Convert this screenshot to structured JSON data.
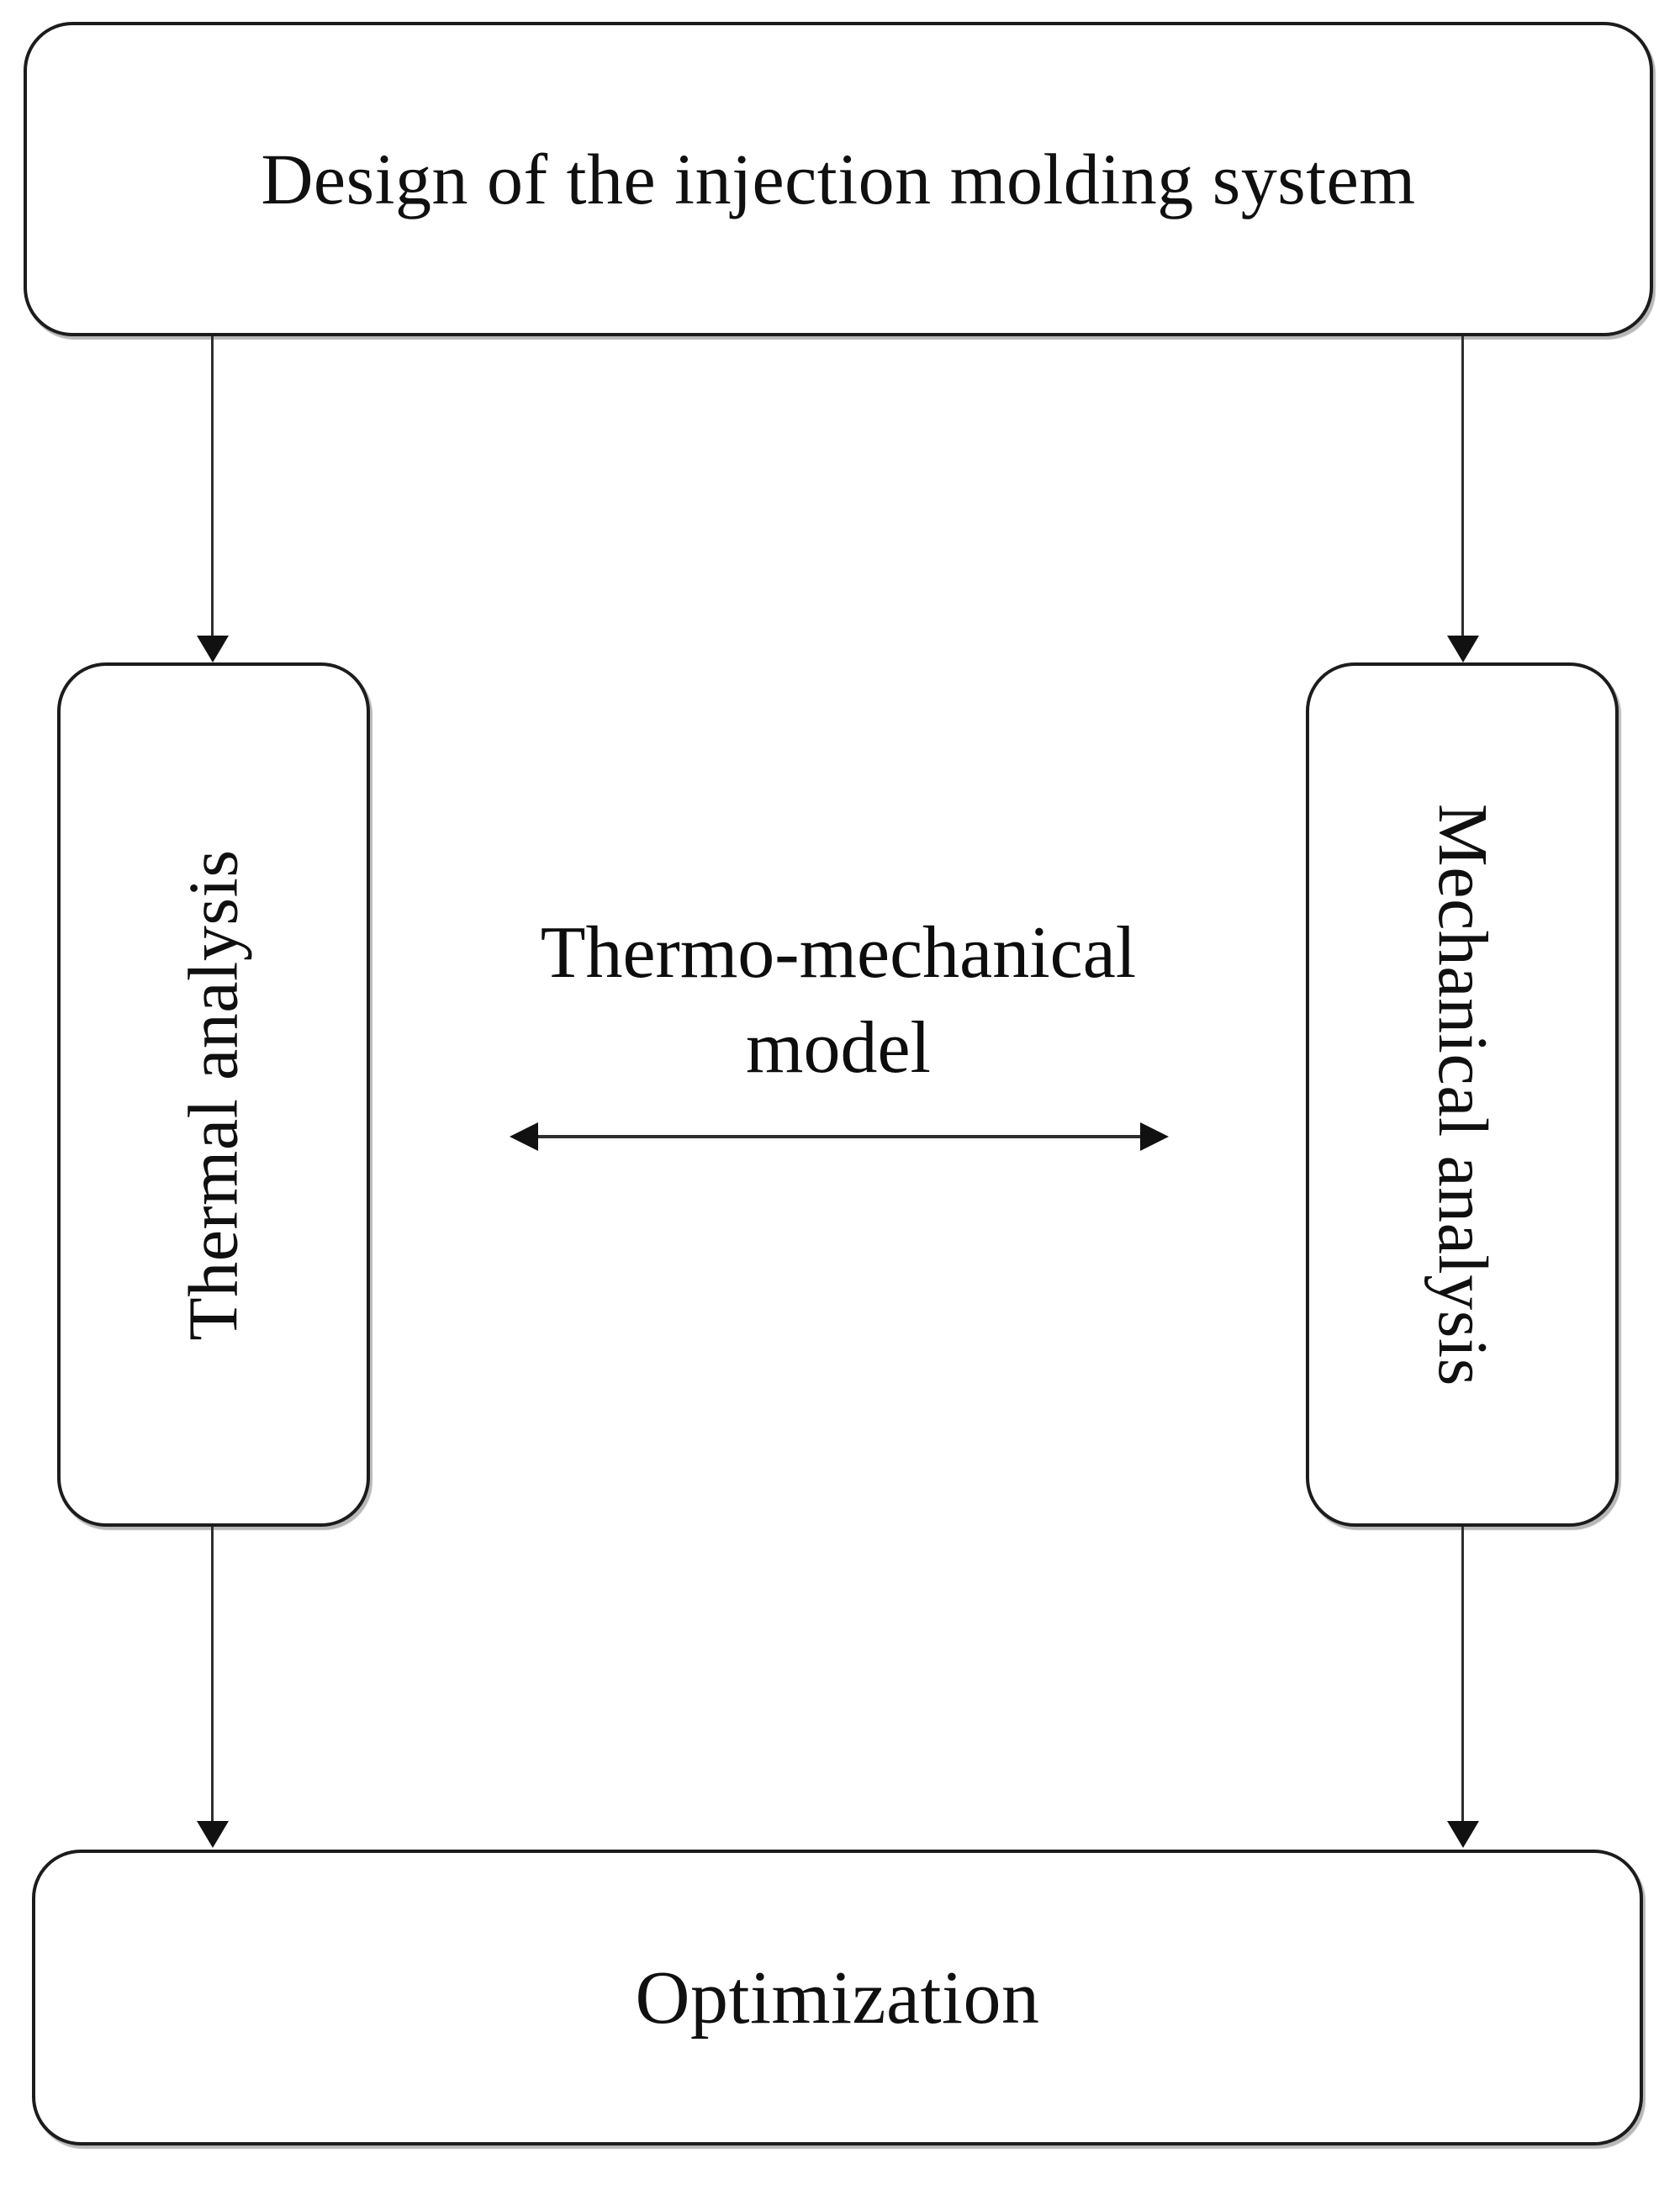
{
  "figure": {
    "type": "flowchart",
    "background_color": "#ffffff",
    "stroke_color": "#1c1c1c",
    "text_color": "#101010",
    "nodes": {
      "top": {
        "label": "Design of the injection molding system",
        "shape": "rounded-rectangle"
      },
      "left": {
        "label": "Thermal analysis",
        "shape": "rounded-rectangle",
        "text_rotation": "bottom-to-top"
      },
      "right": {
        "label": "Mechanical analysis",
        "shape": "rounded-rectangle",
        "text_rotation": "top-to-bottom"
      },
      "bottom": {
        "label": "Optimization",
        "shape": "rounded-rectangle"
      }
    },
    "center_link": {
      "label_lines": [
        "Thermo-mechanical",
        "model"
      ],
      "style": "double-headed-horizontal-arrow"
    },
    "edges": [
      {
        "from": "top",
        "to": "left",
        "style": "arrow-down"
      },
      {
        "from": "top",
        "to": "right",
        "style": "arrow-down"
      },
      {
        "from": "left",
        "to": "bottom",
        "style": "arrow-down"
      },
      {
        "from": "right",
        "to": "bottom",
        "style": "arrow-down"
      },
      {
        "from": "left",
        "to": "right",
        "style": "bidirectional",
        "label": "Thermo-mechanical model"
      }
    ]
  }
}
